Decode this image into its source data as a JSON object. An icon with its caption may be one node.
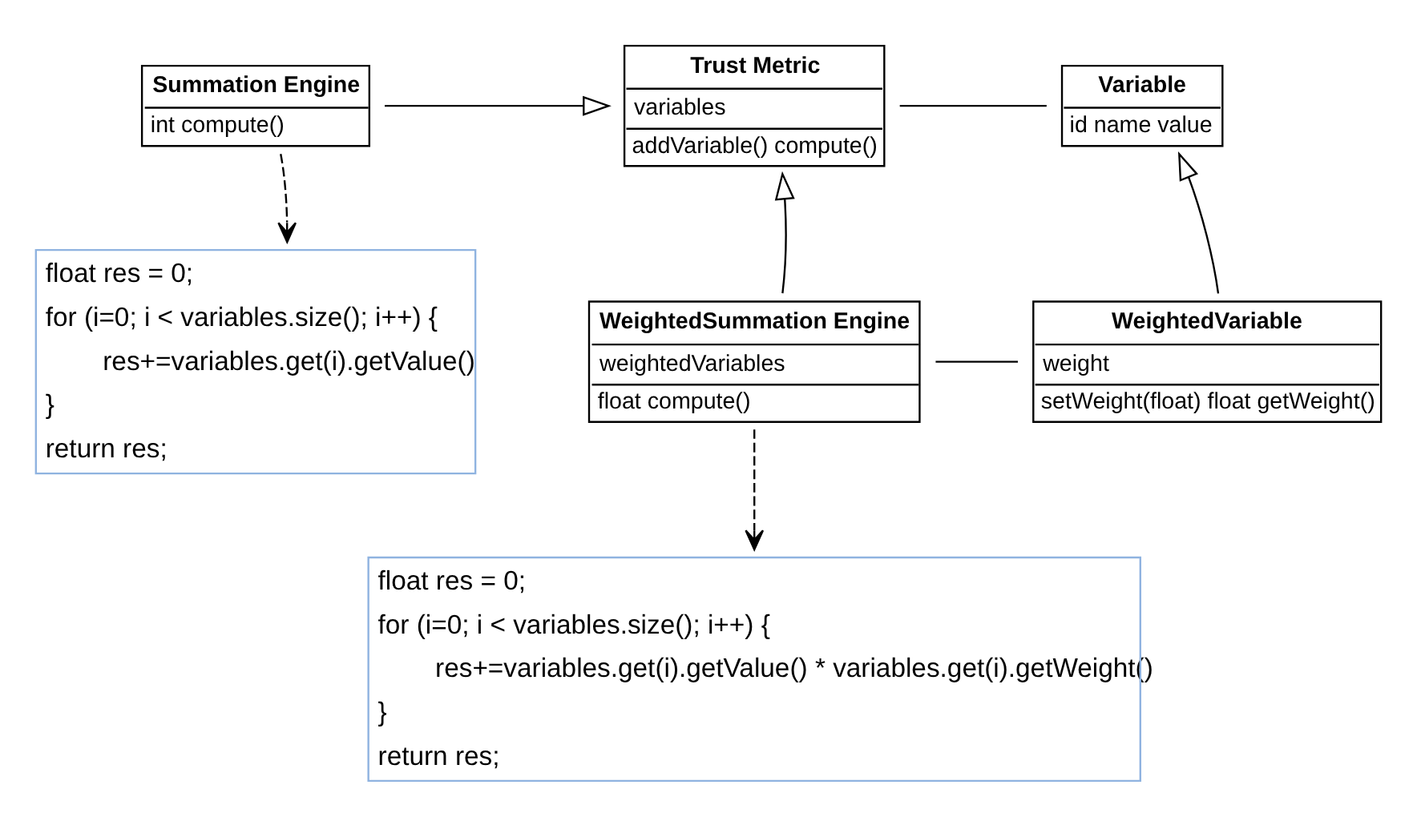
{
  "diagram": {
    "nodes": [
      {
        "text": [
          "Summation Engine",
          "int compute()"
        ]
      },
      {
        "text": [
          "Trust Metric",
          "variables",
          "addVariable() compute()"
        ]
      },
      {
        "text": [
          "Variable",
          "id name value"
        ]
      },
      {
        "text": [
          "float res = 0;",
          "for (i=0; i < variables.size(); i++) {",
          "res+=variables.get(i).getValue()",
          "}",
          "return res;"
        ]
      },
      {
        "text": [
          "WeightedSummation Engine",
          "weightedVariables",
          "float compute()"
        ]
      },
      {
        "text": [
          "WeightedVariable",
          "weight",
          "setWeight(float) float getWeight()"
        ]
      },
      {
        "text": [
          "float res = 0;",
          "for (i=0; i < variables.size(); i++) {",
          "res+=variables.get(i).getValue() * variables.get(i).getWeight()",
          "}",
          "return res;"
        ]
      }
    ],
    "edges": [
      {
        "from": 0,
        "to": 1,
        "arrow": "to"
      },
      {
        "from": 1,
        "to": 2,
        "arrow": "none"
      },
      {
        "from": 4,
        "to": 1,
        "arrow": "to"
      },
      {
        "from": 5,
        "to": 2,
        "arrow": "to"
      },
      {
        "from": 4,
        "to": 5,
        "arrow": "none"
      },
      {
        "from": 0,
        "to": 3,
        "arrow": "to",
        "style": "dashed"
      },
      {
        "from": 4,
        "to": 6,
        "arrow": "to",
        "style": "dashed"
      }
    ]
  }
}
